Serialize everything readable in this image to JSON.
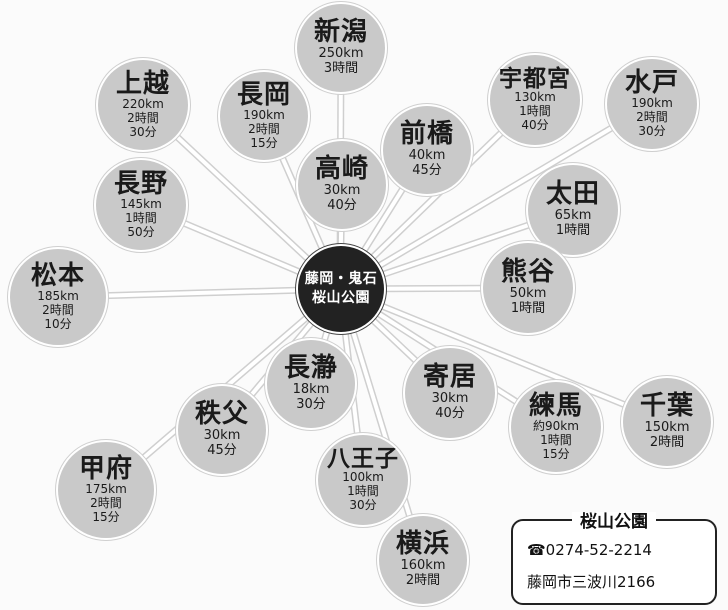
{
  "center": {
    "line1": "藤岡・鬼石",
    "line2": "桜山公園"
  },
  "destinations": [
    {
      "id": "niigata",
      "name": "新潟",
      "lines": [
        "250km",
        "3時間"
      ]
    },
    {
      "id": "joetsu",
      "name": "上越",
      "lines": [
        "220km",
        "2時間",
        "30分"
      ]
    },
    {
      "id": "nagaoka",
      "name": "長岡",
      "lines": [
        "190km",
        "2時間",
        "15分"
      ]
    },
    {
      "id": "utsunomiya",
      "name": "宇都宮",
      "lines": [
        "130km",
        "1時間",
        "40分"
      ]
    },
    {
      "id": "mito",
      "name": "水戸",
      "lines": [
        "190km",
        "2時間",
        "30分"
      ]
    },
    {
      "id": "maebashi",
      "name": "前橋",
      "lines": [
        "40km",
        "45分"
      ]
    },
    {
      "id": "takasaki",
      "name": "高崎",
      "lines": [
        "30km",
        "40分"
      ]
    },
    {
      "id": "nagano",
      "name": "長野",
      "lines": [
        "145km",
        "1時間",
        "50分"
      ]
    },
    {
      "id": "ota",
      "name": "太田",
      "lines": [
        "65km",
        "1時間"
      ]
    },
    {
      "id": "matsumoto",
      "name": "松本",
      "lines": [
        "185km",
        "2時間",
        "10分"
      ]
    },
    {
      "id": "kumagaya",
      "name": "熊谷",
      "lines": [
        "50km",
        "1時間"
      ]
    },
    {
      "id": "nagatoro",
      "name": "長瀞",
      "lines": [
        "18km",
        "30分"
      ]
    },
    {
      "id": "yorii",
      "name": "寄居",
      "lines": [
        "30km",
        "40分"
      ]
    },
    {
      "id": "chichibu",
      "name": "秩父",
      "lines": [
        "30km",
        "45分"
      ]
    },
    {
      "id": "nerima",
      "name": "練馬",
      "lines": [
        "約90km",
        "1時間",
        "15分"
      ]
    },
    {
      "id": "chiba",
      "name": "千葉",
      "lines": [
        "150km",
        "2時間"
      ]
    },
    {
      "id": "hachioji",
      "name": "八王子",
      "lines": [
        "100km",
        "1時間",
        "30分"
      ]
    },
    {
      "id": "kofu",
      "name": "甲府",
      "lines": [
        "175km",
        "2時間",
        "15分"
      ]
    },
    {
      "id": "yokohama",
      "name": "横浜",
      "lines": [
        "160km",
        "2時間"
      ]
    }
  ],
  "info": {
    "title": "桜山公園",
    "phone": "☎0274-52-2214",
    "address": "藤岡市三波川2166"
  }
}
